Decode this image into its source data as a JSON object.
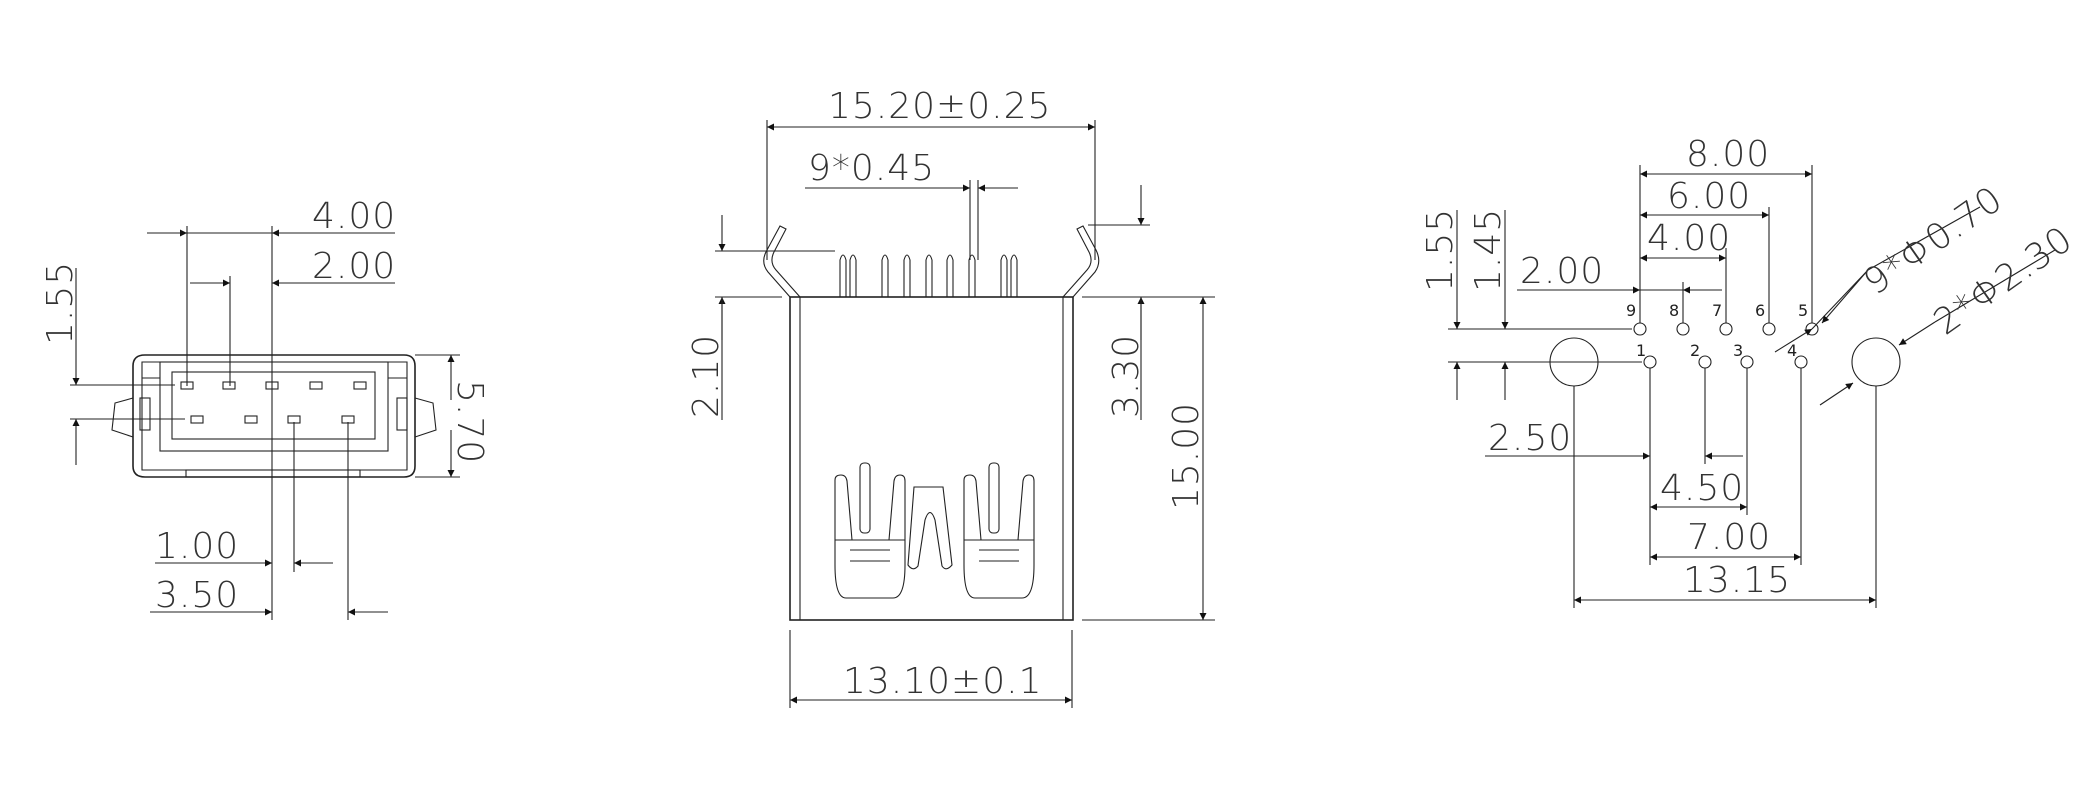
{
  "drawing": {
    "front_view": {
      "dims": {
        "top_4_00": "4.00",
        "top_2_00": "2.00",
        "left_1_55": "1.55",
        "right_5_70": "5.70",
        "bottom_1_00": "1.00",
        "bottom_3_50": "3.50"
      }
    },
    "side_view": {
      "dims": {
        "width_top": "15.20±0.25",
        "pin_width": "9*0.45",
        "left_2_10": "2.10",
        "right_3_30": "3.30",
        "height_15_00": "15.00",
        "width_bottom": "13.10±0.1"
      }
    },
    "pcb_layout": {
      "dims": {
        "d_8_00": "8.00",
        "d_6_00": "6.00",
        "d_4_00": "4.00",
        "d_2_00": "2.00",
        "v_1_55": "1.55",
        "v_1_45": "1.45",
        "hole_small": "9*Φ0.70",
        "hole_large": "2*Φ2.30",
        "d_2_50": "2.50",
        "d_4_50": "4.50",
        "d_7_00": "7.00",
        "d_13_15": "13.15"
      },
      "pin_labels": [
        "1",
        "2",
        "3",
        "4",
        "5",
        "6",
        "7",
        "8",
        "9"
      ]
    }
  }
}
